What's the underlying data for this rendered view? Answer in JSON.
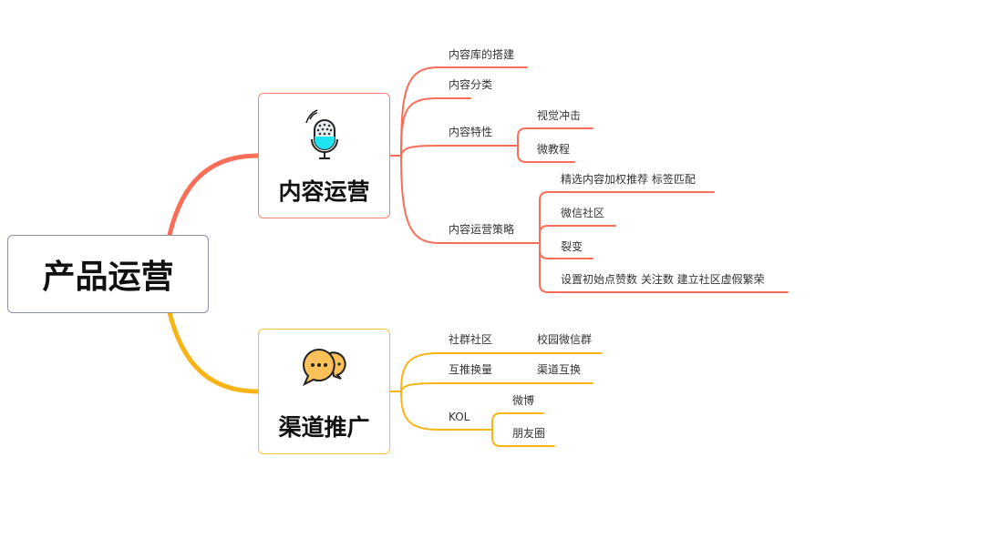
{
  "root": {
    "label": "产品运营"
  },
  "colors": {
    "content": "#f96e58",
    "channel": "#f8b416"
  },
  "topics": [
    {
      "label": "内容运营",
      "icon": "microphone-icon",
      "children": [
        {
          "label": "内容库的搭建"
        },
        {
          "label": "内容分类"
        },
        {
          "label": "内容特性",
          "children": [
            "视觉冲击",
            "微教程"
          ]
        },
        {
          "label": "内容运营策略",
          "children": [
            "精选内容加权推荐 标签匹配",
            "微信社区",
            "裂变",
            "设置初始点赞数 关注数 建立社区虚假繁荣"
          ]
        }
      ]
    },
    {
      "label": "渠道推广",
      "icon": "chat-bubbles-icon",
      "children": [
        {
          "label": "社群社区",
          "children": [
            "校园微信群"
          ]
        },
        {
          "label": "互推换量",
          "children": [
            "渠道互换"
          ]
        },
        {
          "label": "KOL",
          "children": [
            "微博",
            "朋友圈"
          ]
        }
      ]
    }
  ]
}
